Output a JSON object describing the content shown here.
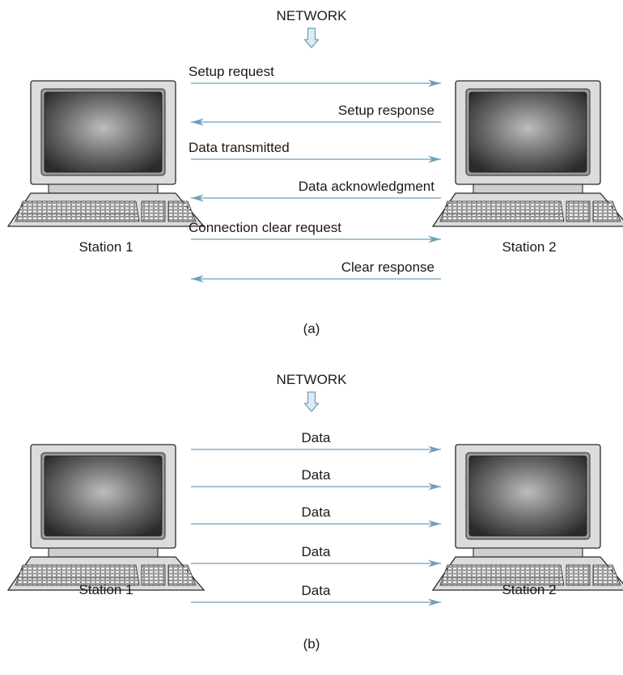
{
  "panel_a": {
    "network_label": "NETWORK",
    "station_left": "Station 1",
    "station_right": "Station 2",
    "messages": [
      {
        "label": "Setup request",
        "direction": "right"
      },
      {
        "label": "Setup response",
        "direction": "left"
      },
      {
        "label": "Data transmitted",
        "direction": "right"
      },
      {
        "label": "Data acknowledgment",
        "direction": "left"
      },
      {
        "label": "Connection clear request",
        "direction": "right"
      },
      {
        "label": "Clear response",
        "direction": "left"
      }
    ],
    "caption": "(a)"
  },
  "panel_b": {
    "network_label": "NETWORK",
    "station_left": "Station 1",
    "station_right": "Station 2",
    "messages": [
      {
        "label": "Data",
        "direction": "right"
      },
      {
        "label": "Data",
        "direction": "right"
      },
      {
        "label": "Data",
        "direction": "right"
      },
      {
        "label": "Data",
        "direction": "right"
      },
      {
        "label": "Data",
        "direction": "right"
      }
    ],
    "caption": "(b)"
  },
  "colors": {
    "arrow": "#6f9fba",
    "network_arrow_fill": "#dcebf3",
    "network_arrow_stroke": "#6f9fba",
    "computer_body": "#dcdcdc",
    "computer_outline": "#2a2a2a"
  },
  "icons": {
    "station": "desktop-computer-icon",
    "network": "down-arrow-icon"
  }
}
